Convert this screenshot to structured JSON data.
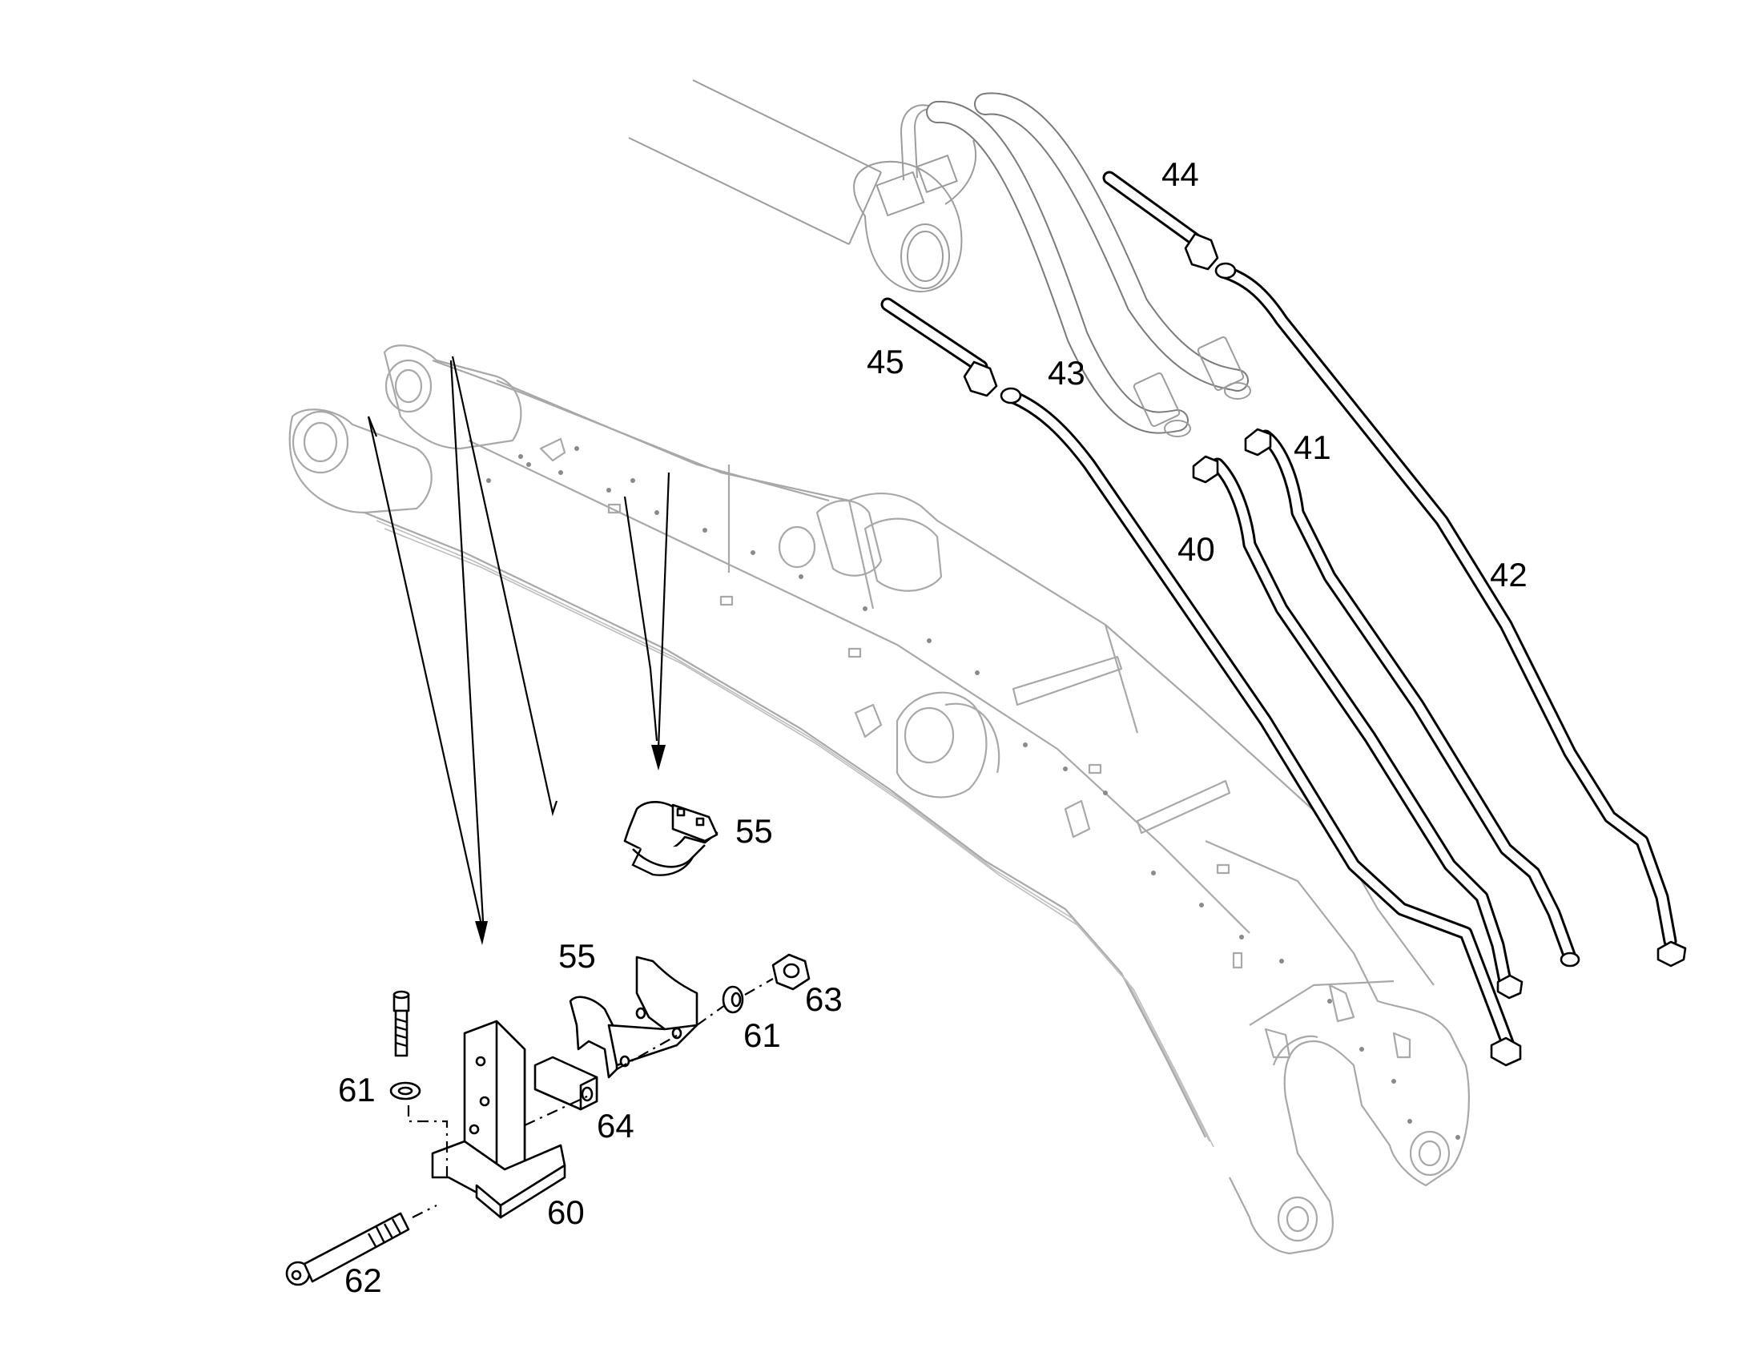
{
  "callouts": {
    "p40": "40",
    "p41": "41",
    "p42": "42",
    "p43": "43",
    "p44": "44",
    "p45": "45",
    "p55a": "55",
    "p55b": "55",
    "p60": "60",
    "p61a": "61",
    "p61b": "61",
    "p62": "62",
    "p63": "63",
    "p64": "64"
  }
}
